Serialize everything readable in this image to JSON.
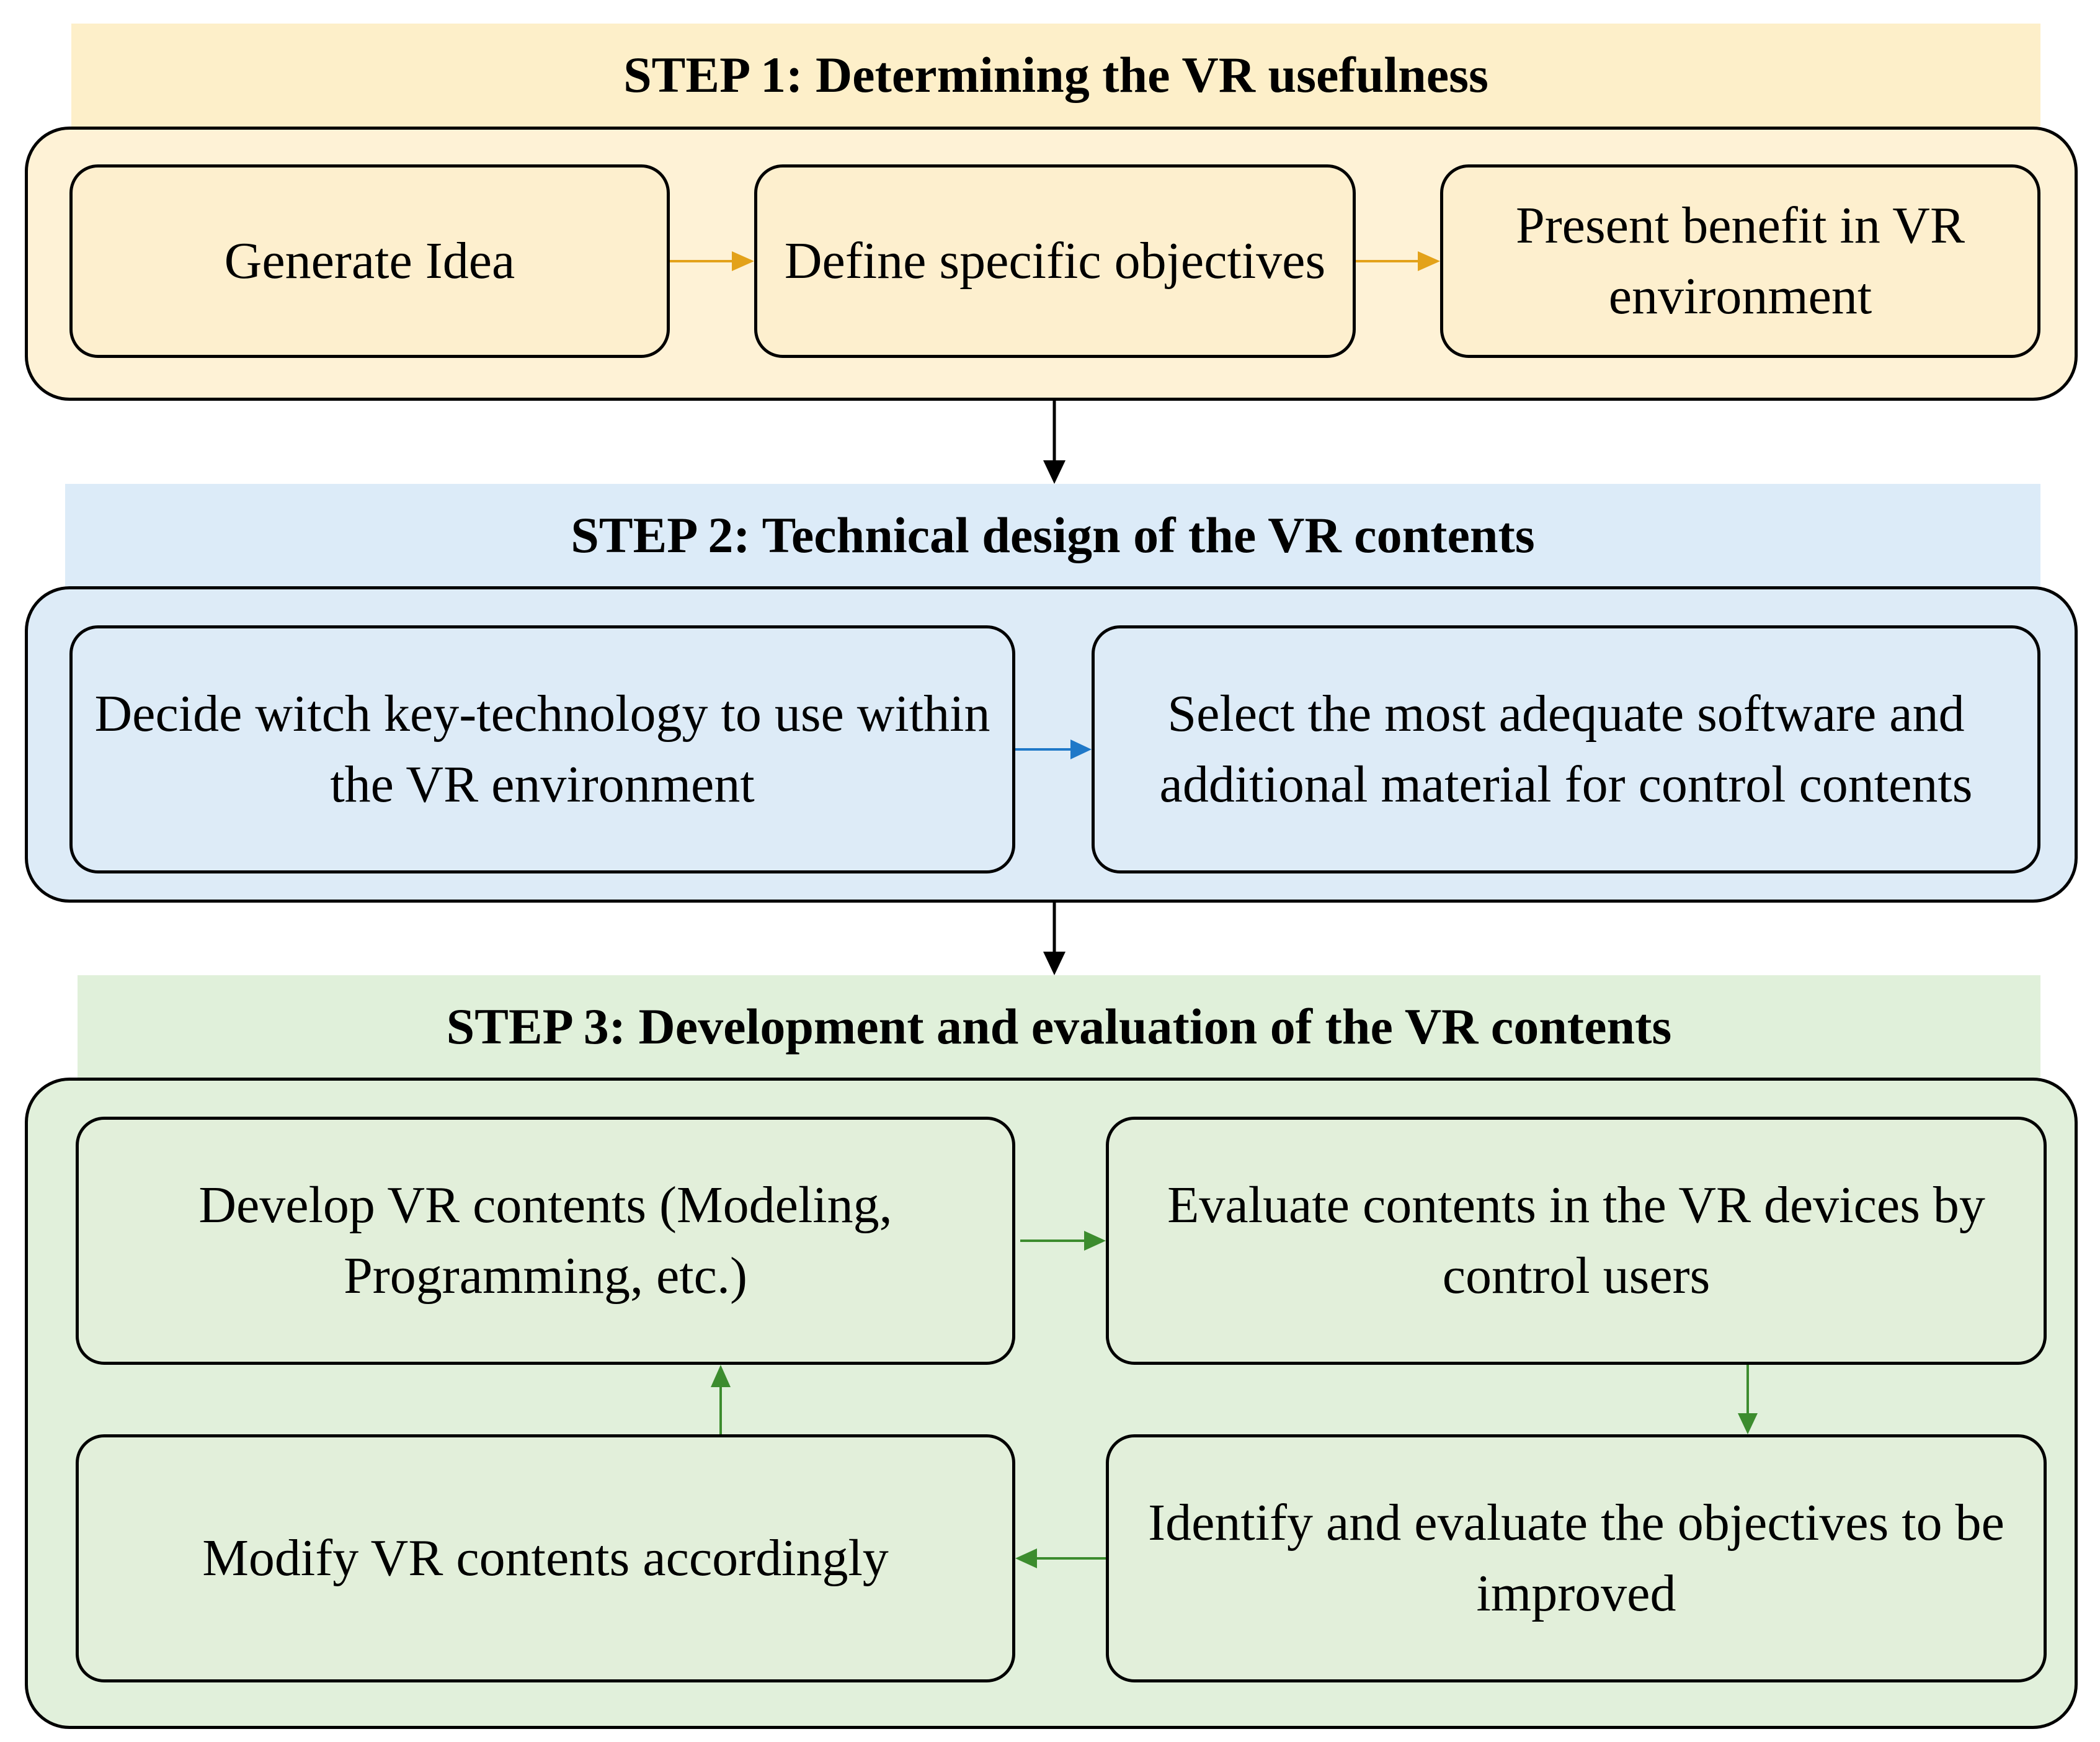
{
  "step1": {
    "title": "STEP 1: Determining the VR usefulness",
    "boxes": [
      "Generate Idea",
      "Define specific objectives",
      "Present benefit in VR environment"
    ]
  },
  "step2": {
    "title": "STEP 2: Technical design of the VR contents",
    "boxes": [
      "Decide witch key-technology to use within the VR environment",
      "Select the most adequate software and additional material for control contents"
    ]
  },
  "step3": {
    "title": "STEP 3: Development and evaluation of the VR contents",
    "boxes": [
      "Develop VR contents (Modeling, Programming, etc.)",
      "Evaluate contents in the VR devices by control users",
      "Identify and evaluate the objectives to be improved",
      "Modify VR contents accordingly"
    ]
  },
  "colors": {
    "step1_accent": "#e3a21a",
    "step2_accent": "#1f78c8",
    "step3_accent": "#3c8c2e",
    "connector": "#000000"
  }
}
